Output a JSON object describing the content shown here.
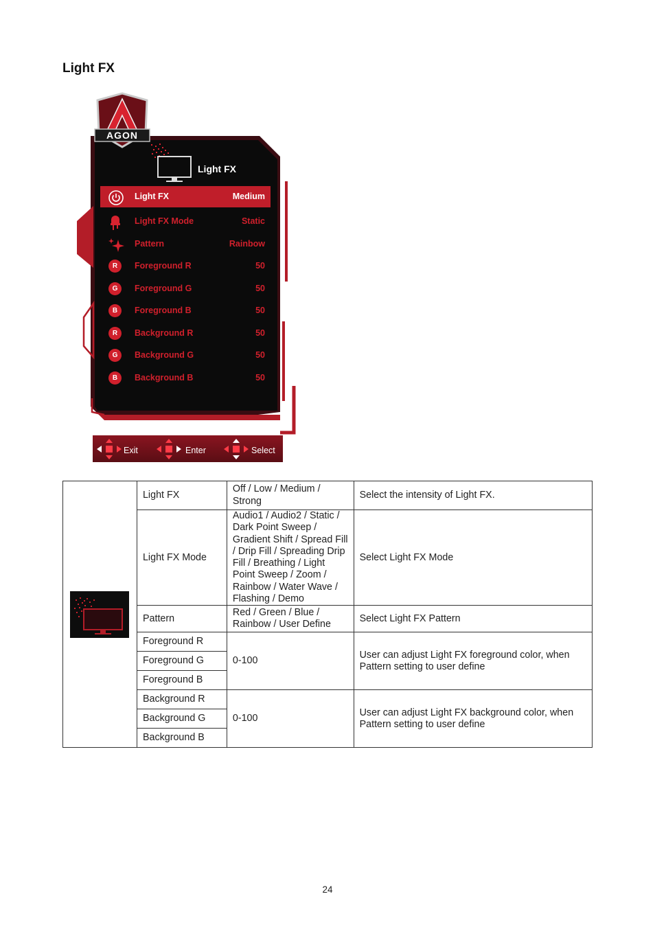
{
  "heading": "Light FX",
  "osd": {
    "brand": "AGON",
    "title": "Light FX",
    "items": [
      {
        "label": "Light FX",
        "value": "Medium",
        "icon": "power-icon",
        "badge": ""
      },
      {
        "label": "Light FX Mode",
        "value": "Static",
        "icon": "led-bulb-icon",
        "badge": ""
      },
      {
        "label": "Pattern",
        "value": "Rainbow",
        "icon": "sparkle-icon",
        "badge": ""
      },
      {
        "label": "Foreground R",
        "value": "50",
        "icon": "r-badge-icon",
        "badge": "R"
      },
      {
        "label": "Foreground G",
        "value": "50",
        "icon": "g-badge-icon",
        "badge": "G"
      },
      {
        "label": "Foreground B",
        "value": "50",
        "icon": "b-badge-icon",
        "badge": "B"
      },
      {
        "label": "Background R",
        "value": "50",
        "icon": "r-badge-icon",
        "badge": "R"
      },
      {
        "label": "Background G",
        "value": "50",
        "icon": "g-badge-icon",
        "badge": "G"
      },
      {
        "label": "Background B",
        "value": "50",
        "icon": "b-badge-icon",
        "badge": "B"
      }
    ],
    "nav": {
      "exit": "Exit",
      "enter": "Enter",
      "select": "Select"
    },
    "colors": {
      "accent": "#c01e2a",
      "panel": "#0b0b0b",
      "frame": "#2a0a0e"
    }
  },
  "table": {
    "rows": [
      {
        "name": "Light FX",
        "options": "Off / Low / Medium / Strong",
        "desc": "Select the intensity of Light FX."
      },
      {
        "name": "Light FX Mode",
        "options": "Audio1 / Audio2 / Static / Dark Point Sweep / Gradient Shift / Spread Fill / Drip Fill / Spreading Drip Fill / Breathing / Light Point Sweep / Zoom / Rainbow / Water Wave / Flashing / Demo",
        "desc": "Select Light FX Mode"
      },
      {
        "name": "Pattern",
        "options": "Red  / Green  / Blue  / Rainbow / User Define",
        "desc": "Select Light FX Pattern"
      }
    ],
    "fg_group": {
      "names": [
        "Foreground R",
        "Foreground G",
        "Foreground B"
      ],
      "range": "0-100",
      "desc": "User can adjust Light FX foreground color, when Pattern setting to user define"
    },
    "bg_group": {
      "names": [
        "Background R",
        "Background G",
        "Background B"
      ],
      "range": "0-100",
      "desc": "User can adjust Light FX background color, when Pattern setting to user define"
    }
  },
  "page_number": "24"
}
